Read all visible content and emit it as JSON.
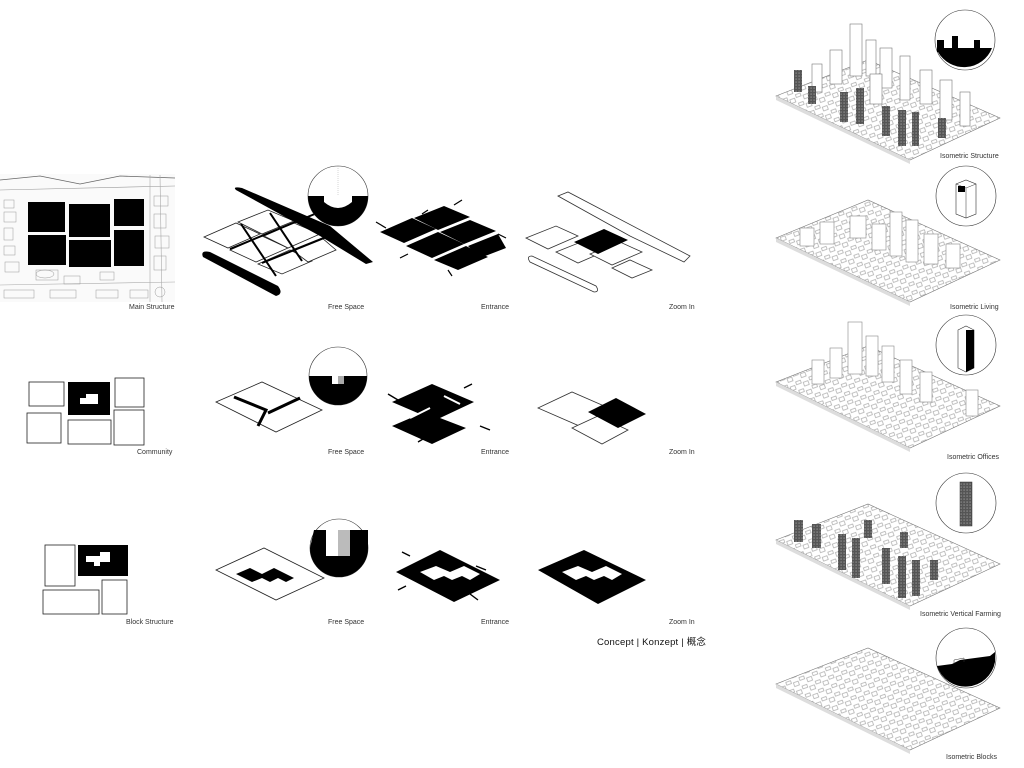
{
  "labels": {
    "main_structure": "Main Structure",
    "community": "Community",
    "block_structure": "Block Structure",
    "free_space": "Free Space",
    "entrance": "Entrance",
    "zoom_in": "Zoom In",
    "iso_structure": "Isometric Structure",
    "iso_living": "Isometric Living",
    "iso_offices": "Isometric Offices",
    "iso_vertical_farming": "Isometric Vertical Farming",
    "iso_blocks": "Isometric Blocks"
  },
  "caption": "Concept | Konzept | 概念"
}
